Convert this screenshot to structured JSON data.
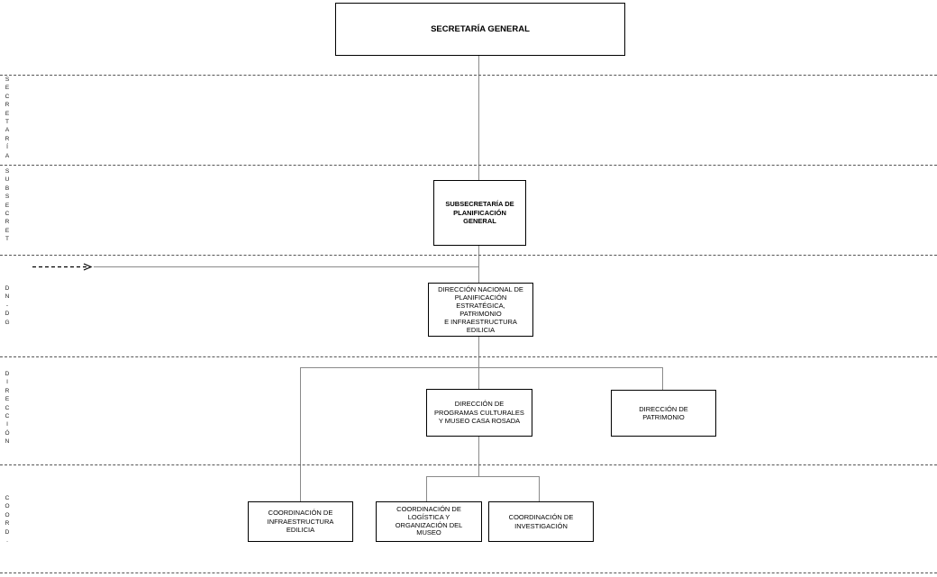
{
  "bands": {
    "secretaria": "S\nE\nC\nR\nE\nT\nA\nR\nÍ\nA",
    "subsecretaria": "S\nU\nB\nS\nE\nC\nR\nE\nT",
    "dn_dg": "D\nN\n-\nD\nG",
    "direccion": "D\nI\nR\nE\nC\nC\nI\nÓ\nN",
    "coordinacion": "C\nO\nO\nR\nD\n."
  },
  "nodes": {
    "secretaria_general": "SECRETARÍA GENERAL",
    "subsecretaria_planificacion": "SUBSECRETARÍA DE\nPLANIFICACIÓN\nGENERAL",
    "direccion_nacional": "DIRECCIÓN NACIONAL DE\nPLANIFICACIÓN\nESTRATÉGICA,\nPATRIMONIO\nE INFRAESTRUCTURA\nEDILICIA",
    "direccion_programas": "DIRECCIÓN DE\nPROGRAMAS CULTURALES\nY MUSEO CASA ROSADA",
    "direccion_patrimonio": "DIRECCIÓN DE\nPATRIMONIO",
    "coord_infraestructura": "COORDINACIÓN DE\nINFRAESTRUCTURA\nEDILICIA",
    "coord_logistica": "COORDINACIÓN DE\nLOGÍSTICA Y\nORGANIZACIÓN DEL\nMUSEO",
    "coord_investigacion": "COORDINACIÓN DE\nINVESTIGACIÓN"
  },
  "colors": {
    "connector": "#8a8a8a",
    "band_divider": "#555555",
    "node_border": "#000000"
  }
}
